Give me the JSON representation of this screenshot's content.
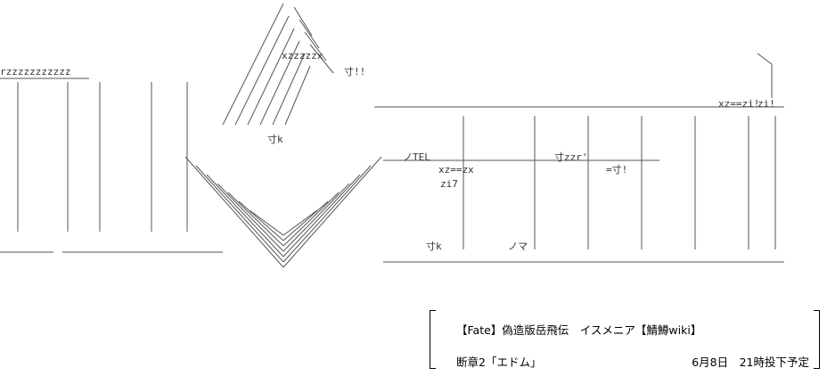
{
  "caption": {
    "title": "【Fate】偽造版岳飛伝　イスメニア【鯖鱒wiki】",
    "chapter": "断章2「エドム」",
    "schedule": "6月8日　21時投下予定"
  },
  "art": {
    "fragments": [
      "rzzzzzzzzzzz",
      "寸!!",
      "xzzzzzx",
      "zi!",
      "寸k",
      "ノTEL",
      "寸zzr'",
      "xz==zi!",
      "xz==zx",
      "=寸!",
      "zi7",
      "ノマ",
      "寸k"
    ]
  }
}
